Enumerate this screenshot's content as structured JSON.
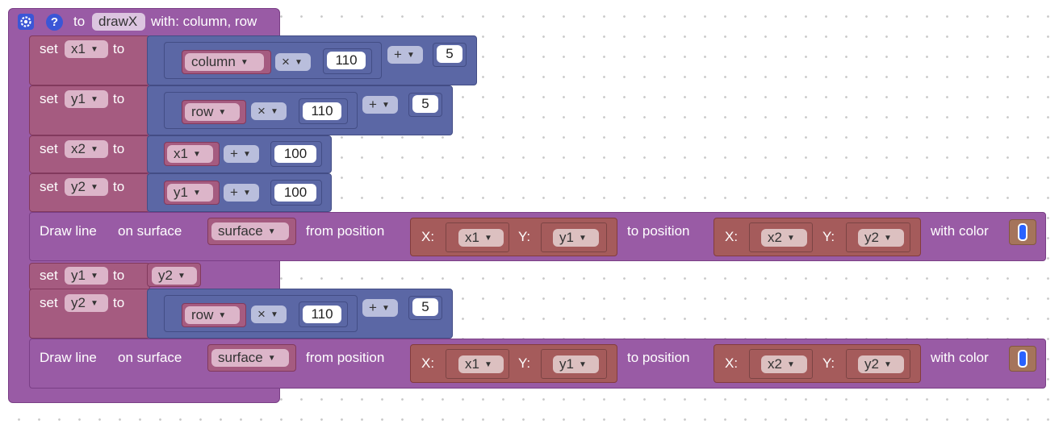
{
  "header": {
    "to_label": "to",
    "function_name": "drawX",
    "with_label": "with: column, row",
    "gear_icon": "gear-icon",
    "help_icon": "?"
  },
  "keywords": {
    "set": "set",
    "to": "to",
    "draw_line": "Draw line",
    "on_surface": "on surface",
    "from_position": "from position",
    "to_position": "to position",
    "with_color": "with color",
    "x_label": "X:",
    "y_label": "Y:"
  },
  "stmt1": {
    "var": "x1",
    "lhs": "column",
    "op1": "×",
    "num1": "110",
    "op2": "+",
    "num2": "5"
  },
  "stmt2": {
    "var": "y1",
    "lhs": "row",
    "op1": "×",
    "num1": "110",
    "op2": "+",
    "num2": "5"
  },
  "stmt3": {
    "var": "x2",
    "lhs": "x1",
    "op": "+",
    "num": "100"
  },
  "stmt4": {
    "var": "y2",
    "lhs": "y1",
    "op": "+",
    "num": "100"
  },
  "draw1": {
    "surface": "surface",
    "from_x": "x1",
    "from_y": "y1",
    "to_x": "x2",
    "to_y": "y2",
    "color": "#2962ff"
  },
  "stmt5": {
    "var": "y1",
    "value": "y2"
  },
  "stmt6": {
    "var": "y2",
    "lhs": "row",
    "op1": "×",
    "num1": "110",
    "op2": "+",
    "num2": "5"
  },
  "draw2": {
    "surface": "surface",
    "from_x": "x1",
    "from_y": "y1",
    "to_x": "x2",
    "to_y": "y2",
    "color": "#2962ff"
  },
  "colors": {
    "procedure": "#995ba5",
    "math": "#5b67a5",
    "variable": "#a55b80",
    "position": "#a55b5b",
    "color_swatch": "#2962ff"
  }
}
